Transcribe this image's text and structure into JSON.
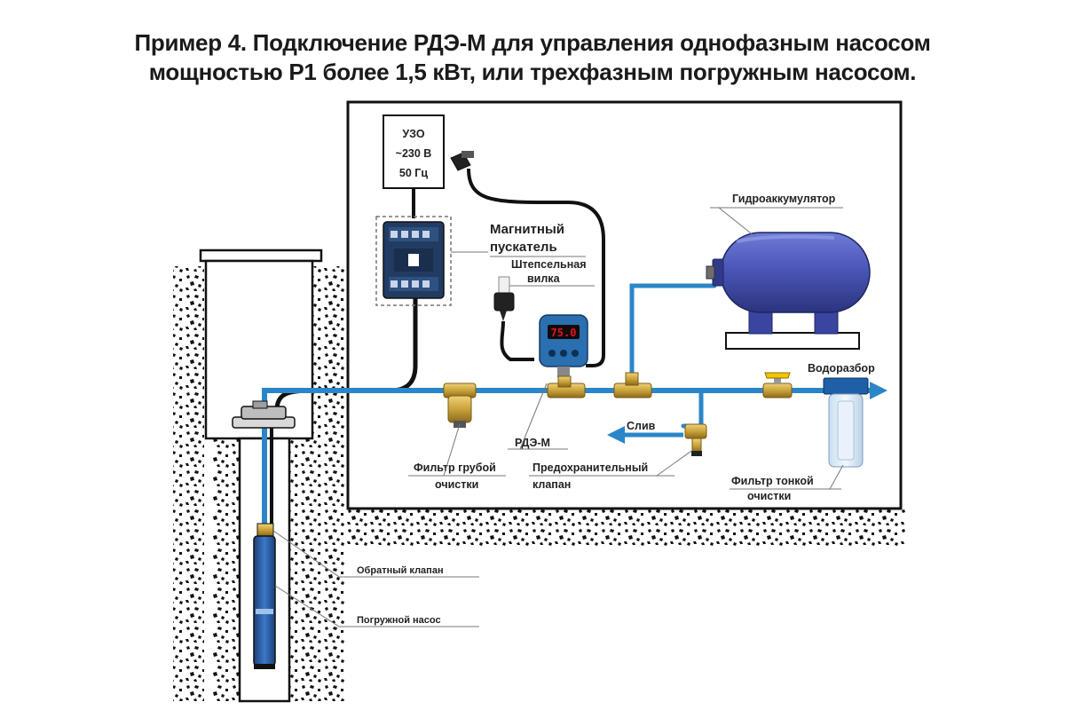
{
  "title": {
    "line1": "Пример 4. Подключение РДЭ-М для управления однофазным насосом",
    "line2": "мощностью Р1 более 1,5 кВт, или трехфазным погружным насосом."
  },
  "labels": {
    "uzo": [
      "УЗО",
      "~230 В",
      "50 Гц"
    ],
    "starter": [
      "Магнитный",
      "пускатель"
    ],
    "plug": [
      "Штепсельная",
      "вилка"
    ],
    "accumulator": "Гидроаккумулятор",
    "outlet": "Водоразбор",
    "drain": "Слив",
    "rde": "РДЭ-М",
    "coarse_filter": [
      "Фильтр грубой",
      "очистки"
    ],
    "safety_valve": [
      "Предохранительный",
      "клапан"
    ],
    "fine_filter": [
      "Фильтр тонкой",
      "очистки"
    ],
    "check_valve": "Обратный клапан",
    "pump": "Погружной насос",
    "display": "75.0"
  },
  "colors": {
    "pipe": "#2a86c8",
    "tank": "#4a57b8",
    "tank_dark": "#323c8c",
    "brass": "#c9a23a",
    "cable": "#111111",
    "soil": "#111111",
    "rde_body": "#2a6fb0",
    "display": "#e0141e"
  }
}
